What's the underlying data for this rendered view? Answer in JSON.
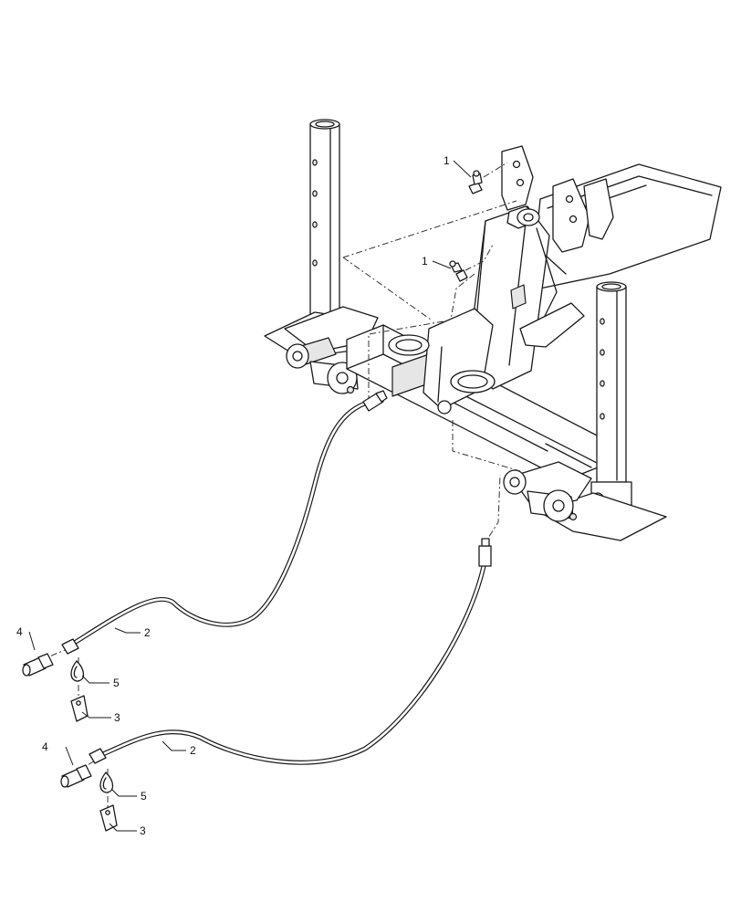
{
  "callouts": {
    "c1a": "1",
    "c1b": "1",
    "c2a": "2",
    "c2b": "2",
    "c3a": "3",
    "c3b": "3",
    "c4a": "4",
    "c4b": "4",
    "c5a": "5",
    "c5b": "5"
  },
  "colors": {
    "line": "#1a1a1a",
    "fill": "#ffffff",
    "shade": "#e6e6e6"
  }
}
